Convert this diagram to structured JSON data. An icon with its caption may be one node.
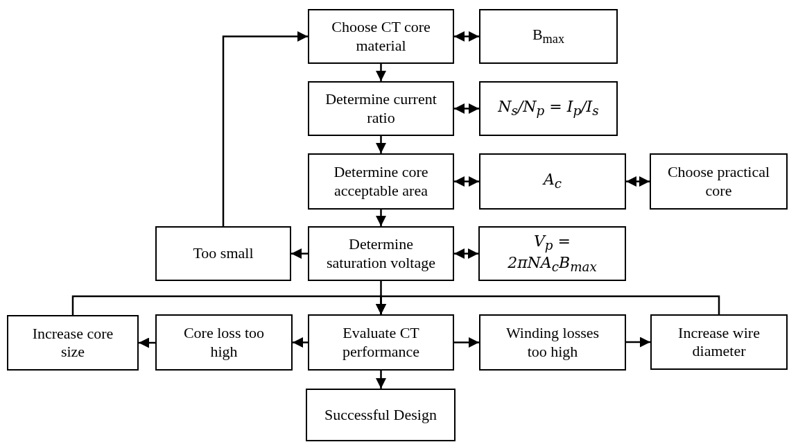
{
  "diagram": {
    "nodes": [
      {
        "text": [
          "Choose CT core material"
        ]
      },
      {
        "text": [
          "B$_{max}$"
        ]
      },
      {
        "text": [
          "Determine current ratio"
        ]
      },
      {
        "text": [
          "N$_{s}$/N$_{p}$ = I$_{p}$/I$_{s}$"
        ]
      },
      {
        "text": [
          "Determine core acceptable area"
        ]
      },
      {
        "text": [
          "A$_{c}$"
        ]
      },
      {
        "text": [
          "Choose practical core"
        ]
      },
      {
        "text": [
          "Too small"
        ]
      },
      {
        "text": [
          "Determine saturation voltage"
        ]
      },
      {
        "text": [
          "V$_{p}$ = 2πNA$_{c}$B$_{max}$"
        ]
      },
      {
        "text": [
          "Increase core size"
        ]
      },
      {
        "text": [
          "Core loss too high"
        ]
      },
      {
        "text": [
          "Evaluate CT performance"
        ]
      },
      {
        "text": [
          "Winding losses too high"
        ]
      },
      {
        "text": [
          "Increase wire diameter"
        ]
      },
      {
        "text": [
          "Successful Design"
        ]
      }
    ],
    "edges": [
      {
        "from": 0,
        "to": 1,
        "arrow": "both"
      },
      {
        "from": 0,
        "to": 2,
        "arrow": "to"
      },
      {
        "from": 2,
        "to": 3,
        "arrow": "both"
      },
      {
        "from": 2,
        "to": 4,
        "arrow": "to"
      },
      {
        "from": 4,
        "to": 5,
        "arrow": "both"
      },
      {
        "from": 5,
        "to": 6,
        "arrow": "both"
      },
      {
        "from": 4,
        "to": 8,
        "arrow": "to"
      },
      {
        "from": 8,
        "to": 9,
        "arrow": "both"
      },
      {
        "from": 8,
        "to": 7,
        "arrow": "to"
      },
      {
        "from": 7,
        "to": 0,
        "arrow": "to"
      },
      {
        "from": 8,
        "to": 12,
        "arrow": "to"
      },
      {
        "from": 10,
        "to": 12,
        "arrow": "to"
      },
      {
        "from": 14,
        "to": 12,
        "arrow": "to"
      },
      {
        "from": 12,
        "to": 11,
        "arrow": "to"
      },
      {
        "from": 11,
        "to": 10,
        "arrow": "to"
      },
      {
        "from": 12,
        "to": 13,
        "arrow": "to"
      },
      {
        "from": 13,
        "to": 14,
        "arrow": "to"
      },
      {
        "from": 12,
        "to": 15,
        "arrow": "to"
      }
    ]
  }
}
